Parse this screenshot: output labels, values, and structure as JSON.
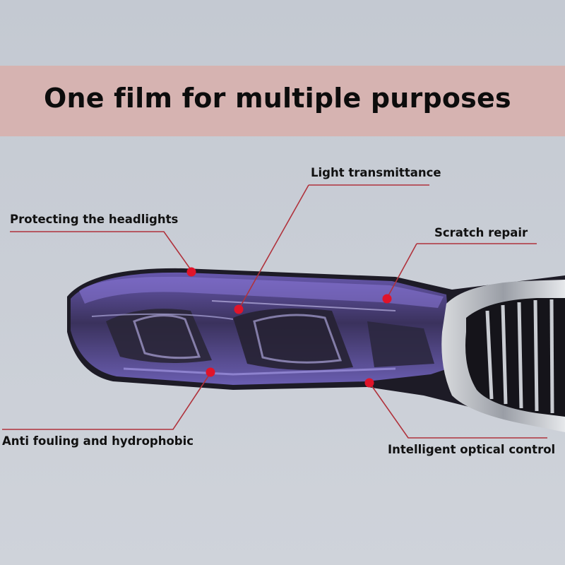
{
  "banner": {
    "title": "One film for multiple purposes"
  },
  "callouts": {
    "light_transmittance": "Light transmittance",
    "protecting_headlights": "Protecting the headlights",
    "scratch_repair": "Scratch repair",
    "anti_fouling": "Anti fouling and hydrophobic",
    "intelligent_optical": "Intelligent optical control"
  },
  "colors": {
    "background": "#c9ced6",
    "banner": "#d6b3b1",
    "leader_line": "#b0323c",
    "marker_dot": "#e0142a",
    "film_tint": "#7a66c8"
  }
}
